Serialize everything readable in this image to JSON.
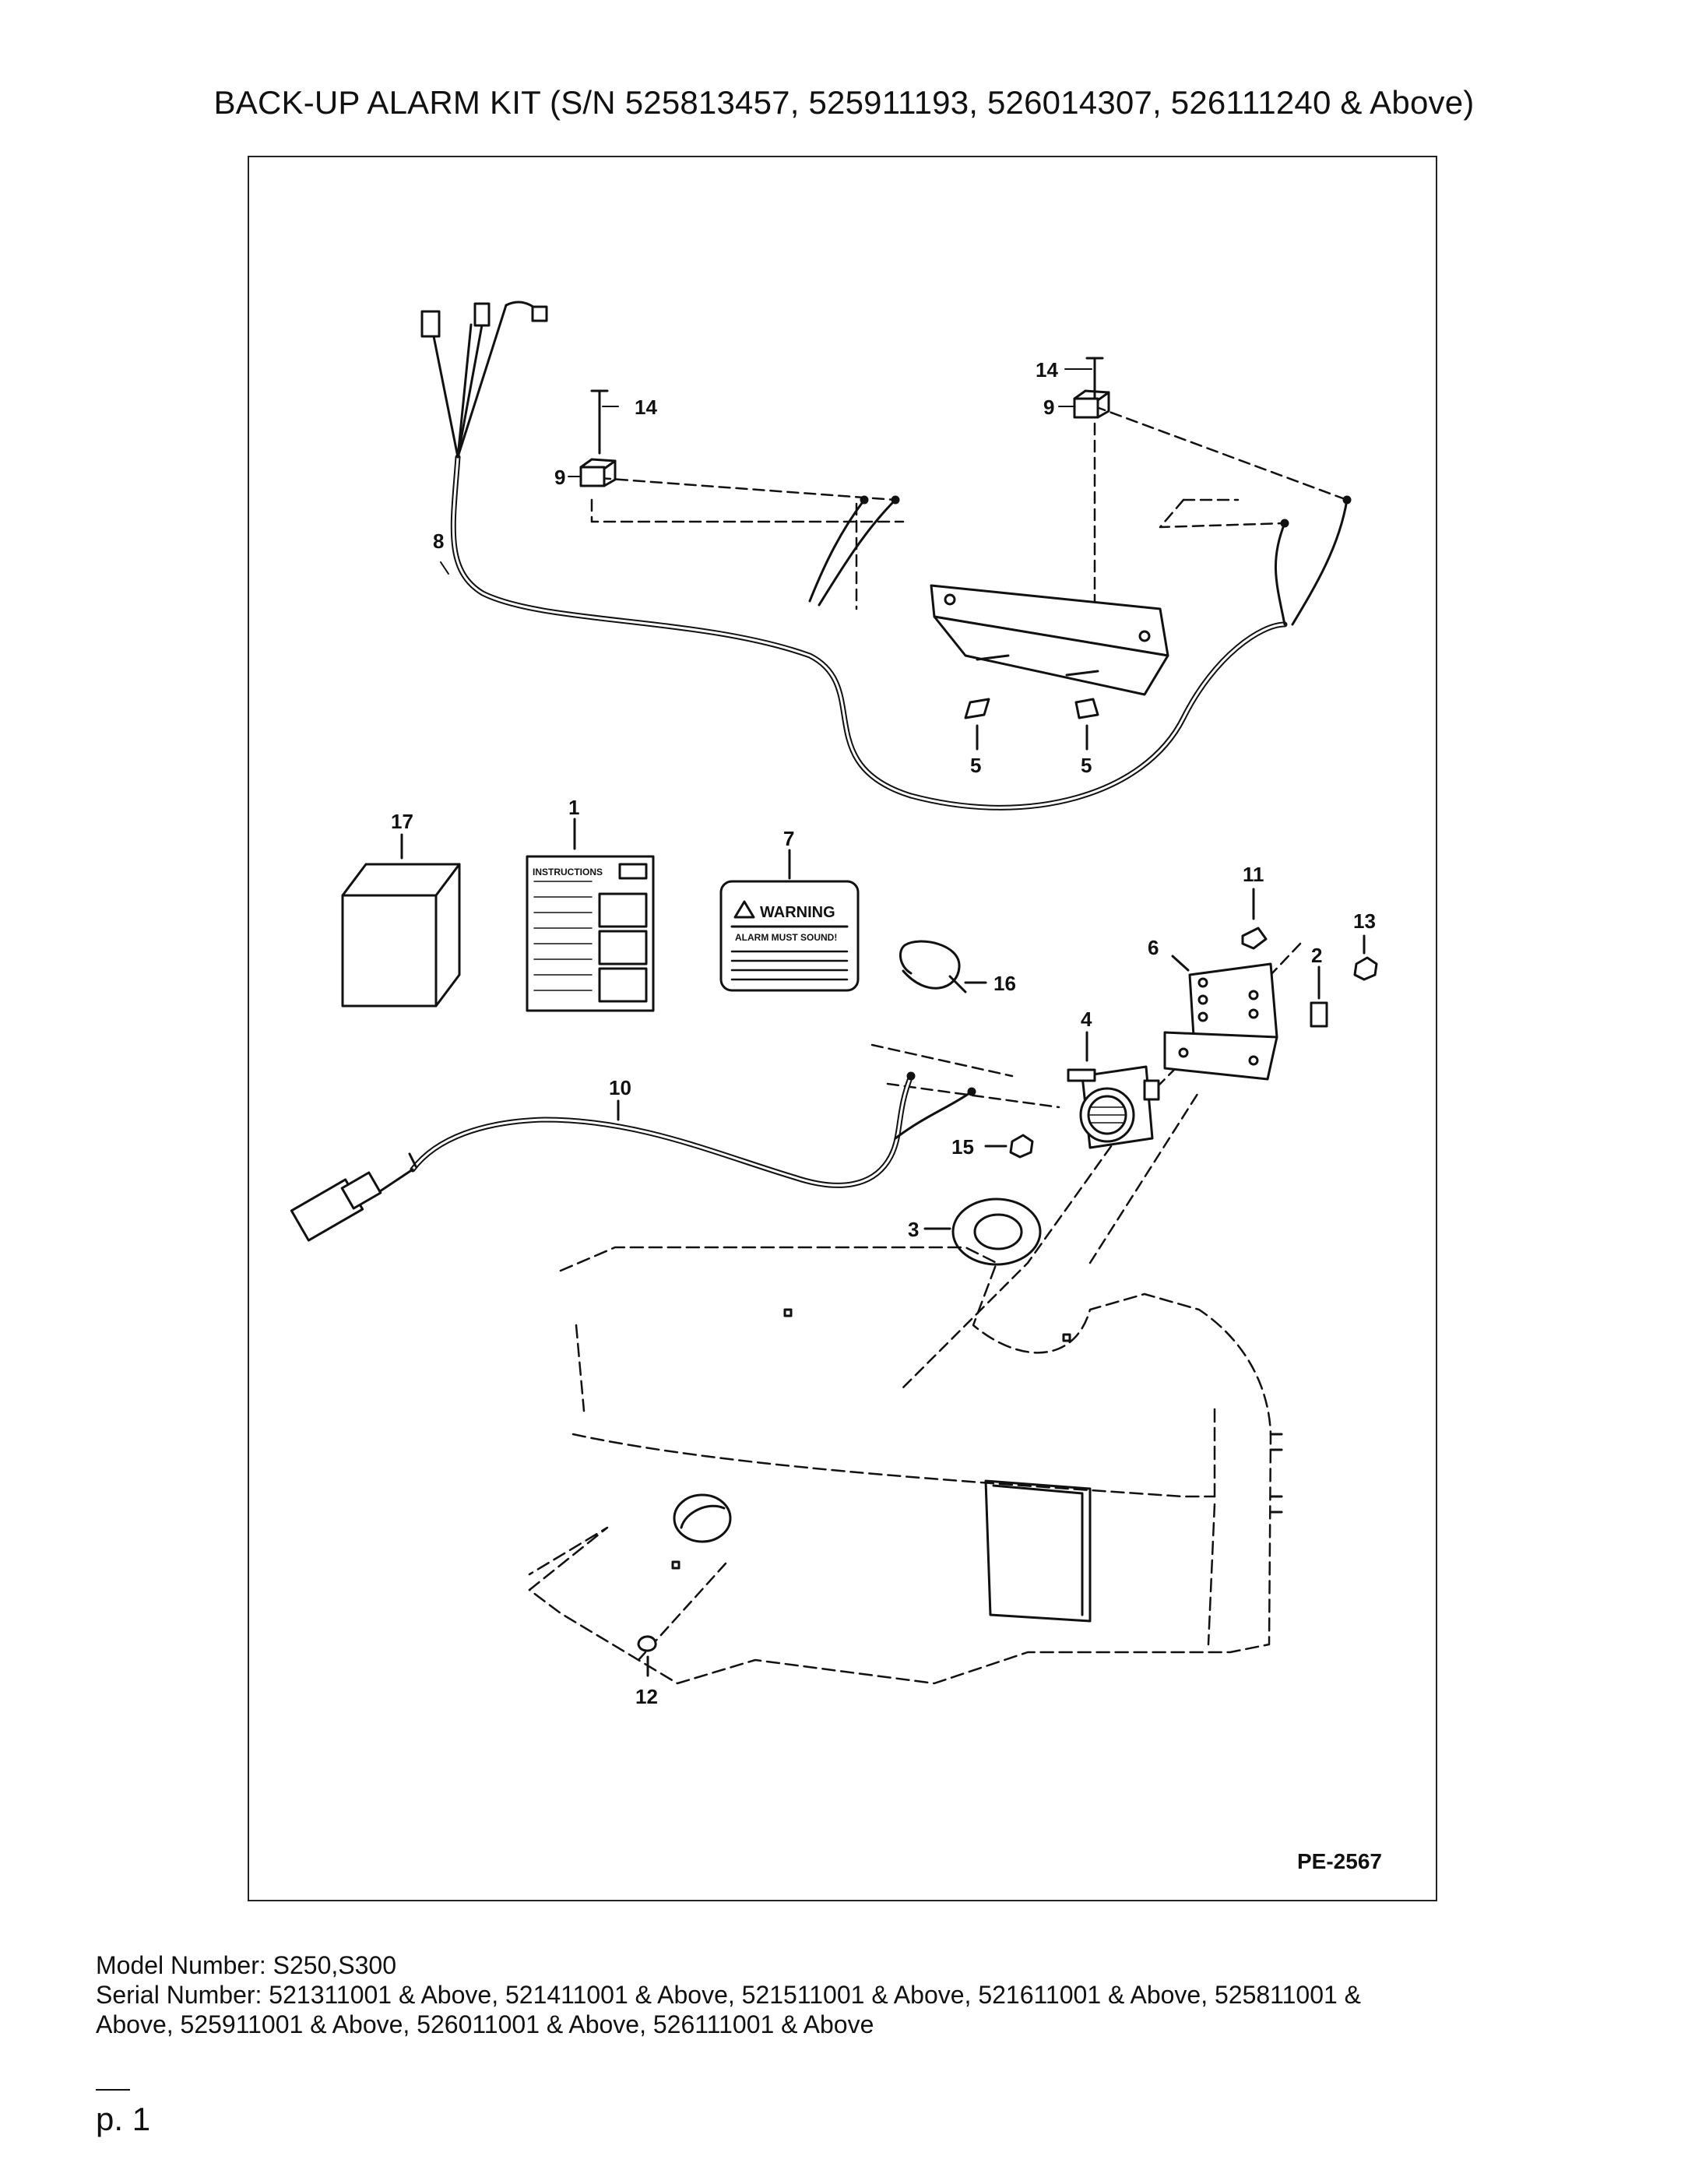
{
  "title": "BACK-UP ALARM KIT (S/N 525813457, 525911193, 526014307, 526111240 & Above)",
  "diagram": {
    "reference": "PE-2567",
    "callouts": {
      "c1": "1",
      "c2": "2",
      "c3": "3",
      "c4": "4",
      "c5a": "5",
      "c5b": "5",
      "c6": "6",
      "c7": "7",
      "c8": "8",
      "c9a": "9",
      "c9b": "9",
      "c10": "10",
      "c11": "11",
      "c12": "12",
      "c13": "13",
      "c14a": "14",
      "c14b": "14",
      "c15": "15",
      "c16": "16",
      "c17": "17"
    },
    "instructions_label": "INSTRUCTIONS",
    "warning_header": "WARNING",
    "warning_text": "ALARM MUST SOUND!",
    "colors": {
      "line": "#111111",
      "background": "#ffffff"
    }
  },
  "footer": {
    "model": "Model Number: S250,S300",
    "serial_line1": "Serial Number: 521311001 & Above, 521411001 & Above, 521511001 & Above, 521611001 & Above, 525811001 &",
    "serial_line2": "Above, 525911001 & Above, 526011001 & Above, 526111001 & Above"
  },
  "page_number": "p. 1"
}
